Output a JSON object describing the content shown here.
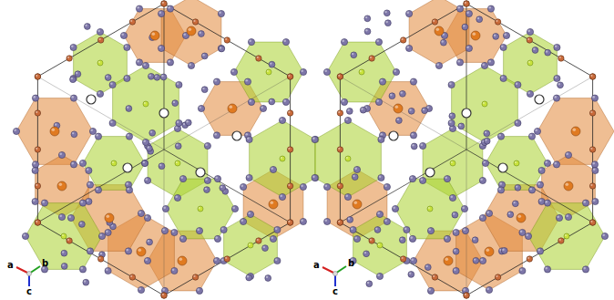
{
  "diagram": {
    "labels": [
      "a",
      "b",
      "c",
      "a",
      "b",
      "c"
    ]
  }
}
